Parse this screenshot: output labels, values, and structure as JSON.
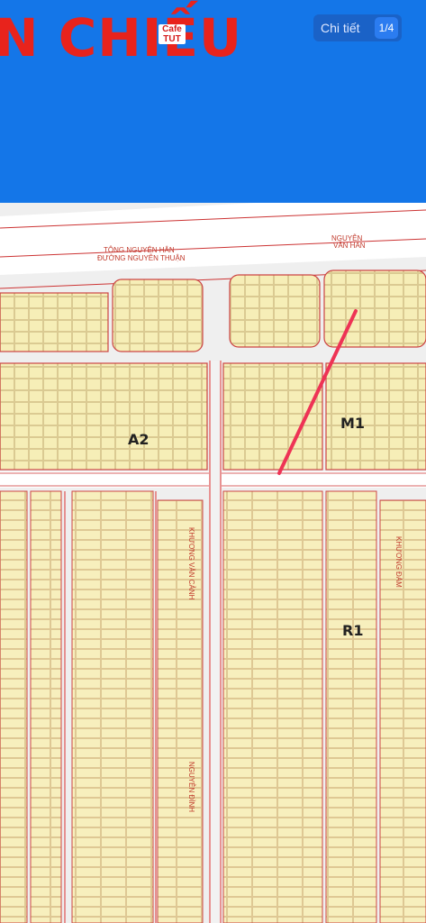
{
  "header": {
    "title": "N CHIẾU",
    "stamp_line1": "Cafe",
    "stamp_line2": "TUT",
    "badge_text": "Chi tiết",
    "badge_icon": "1/4"
  },
  "map": {
    "road_top_label1": "TÔNG NGUYÊN HÂN",
    "road_top_label2": "ĐƯỜNG NGUYỄN THUẬN",
    "road_top_right1": "NGUYỄN",
    "road_top_right2": "VĂN HÂN",
    "block_labels": [
      "A2",
      "M1",
      "R1"
    ],
    "street_vertical_1": "KHƯƠNG VĂN CẢNH",
    "street_vertical_2": "NGUYỄN ĐÌNH",
    "street_vertical_3": "KHƯƠNG ĐÀM",
    "colors": {
      "header_bg": "#1476e8",
      "title": "#e8231c",
      "road": "#e3e3e3",
      "lot_fill": "#f6eeb7",
      "lot_border": "#c44",
      "highlight": "#ee3355"
    }
  }
}
